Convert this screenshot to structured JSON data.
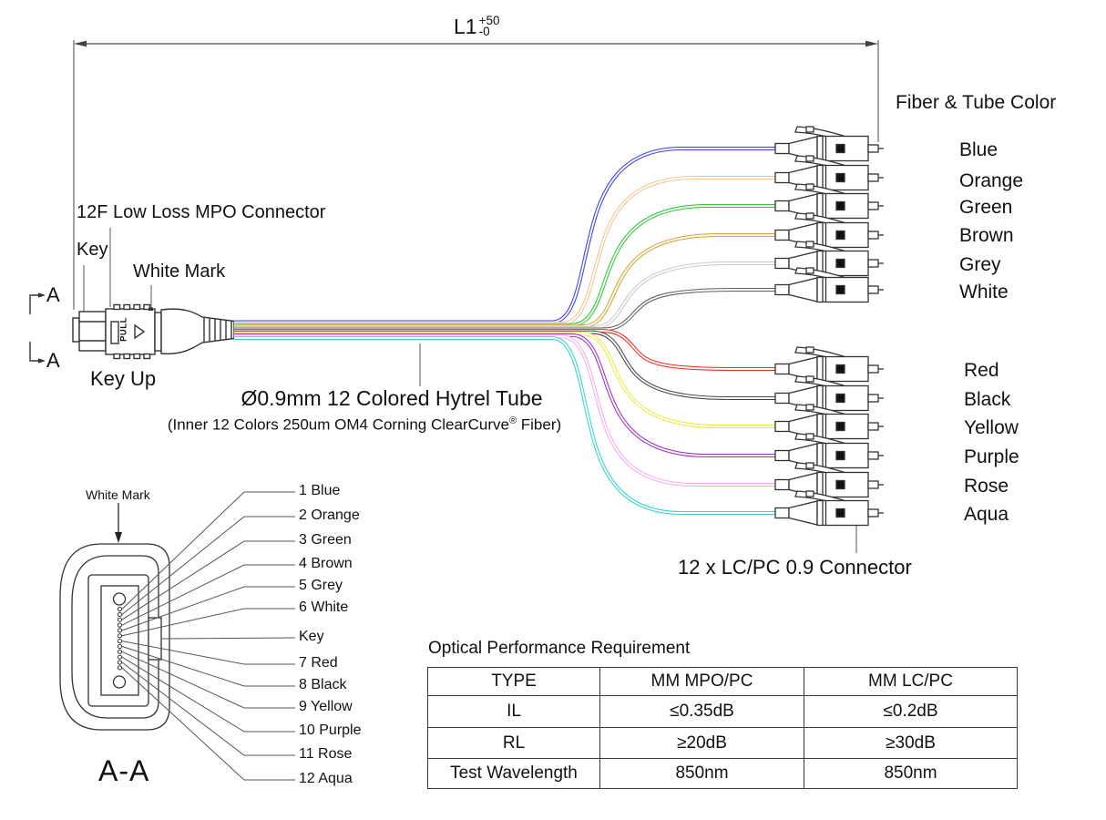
{
  "diagram": {
    "dimension_label": {
      "name": "L1",
      "upper_tol": "+50",
      "lower_tol": "-0"
    },
    "section_marker": "A",
    "mpo": {
      "connector_label": "12F Low Loss MPO Connector",
      "key_label": "Key",
      "white_mark_label": "White Mark",
      "key_up_label": "Key Up",
      "pull_label": "PULL"
    },
    "cable": {
      "tube_label": "Ø0.9mm 12 Colored Hytrel Tube",
      "inner_label_pre": "(Inner 12 Colors 250um OM4 Corning ClearCurve",
      "inner_label_reg": "®",
      "inner_label_post": " Fiber)"
    },
    "fanout": {
      "heading": "Fiber & Tube Color",
      "connector_label": "12 x LC/PC 0.9 Connector"
    },
    "fibers": [
      {
        "num": "1",
        "name": "Blue",
        "aa": "1 Blue",
        "color": "#3a3af0"
      },
      {
        "num": "2",
        "name": "Orange",
        "aa": "2 Orange",
        "color": "#f6c48e"
      },
      {
        "num": "3",
        "name": "Green",
        "aa": "3 Green",
        "color": "#2ec832"
      },
      {
        "num": "4",
        "name": "Brown",
        "aa": "4 Brown",
        "color": "#d8a32e"
      },
      {
        "num": "5",
        "name": "Grey",
        "aa": "5 Grey",
        "color": "#c9c9c9"
      },
      {
        "num": "6",
        "name": "White",
        "aa": "6 White",
        "color": "#5e5e5e"
      },
      {
        "num": "7",
        "name": "Red",
        "aa": "7 Red",
        "color": "#ef2b24"
      },
      {
        "num": "8",
        "name": "Black",
        "aa": "8 Black",
        "color": "#474747"
      },
      {
        "num": "9",
        "name": "Yellow",
        "aa": "9 Yellow",
        "color": "#f0e73c"
      },
      {
        "num": "10",
        "name": "Purple",
        "aa": "10 Purple",
        "color": "#9c30d0"
      },
      {
        "num": "11",
        "name": "Rose",
        "aa": "11 Rose",
        "color": "#f9a9ef"
      },
      {
        "num": "12",
        "name": "Aqua",
        "aa": "12 Aqua",
        "color": "#33d2d2"
      }
    ],
    "section_view": {
      "title": "A-A",
      "white_mark_label": "White Mark",
      "key_label": "Key"
    }
  },
  "table": {
    "title": "Optical Performance Requirement",
    "headers": [
      "TYPE",
      "MM MPO/PC",
      "MM LC/PC"
    ],
    "rows": [
      [
        "IL",
        "≤0.35dB",
        "≤0.2dB"
      ],
      [
        "RL",
        "≥20dB",
        "≥30dB"
      ],
      [
        "Test Wavelength",
        "850nm",
        "850nm"
      ]
    ]
  }
}
